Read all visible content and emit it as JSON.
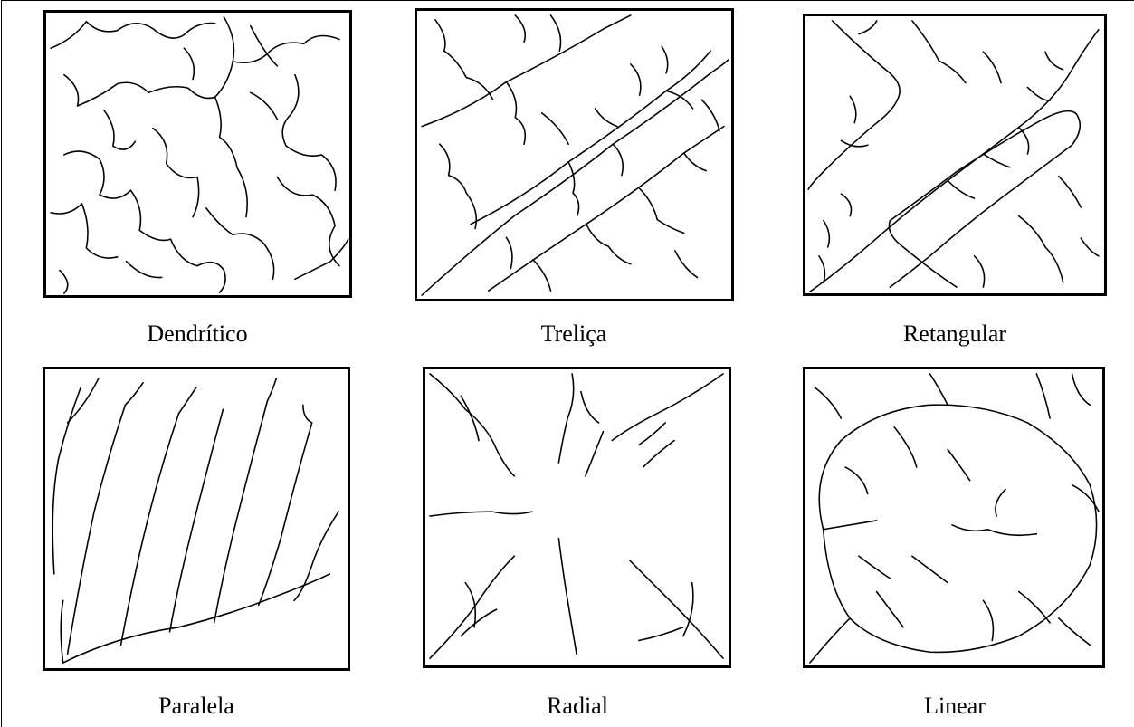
{
  "patterns": [
    {
      "label": "Dendrítico"
    },
    {
      "label": "Treliça"
    },
    {
      "label": "Retangular"
    },
    {
      "label": "Paralela"
    },
    {
      "label": "Radial"
    },
    {
      "label": "Linear"
    }
  ]
}
